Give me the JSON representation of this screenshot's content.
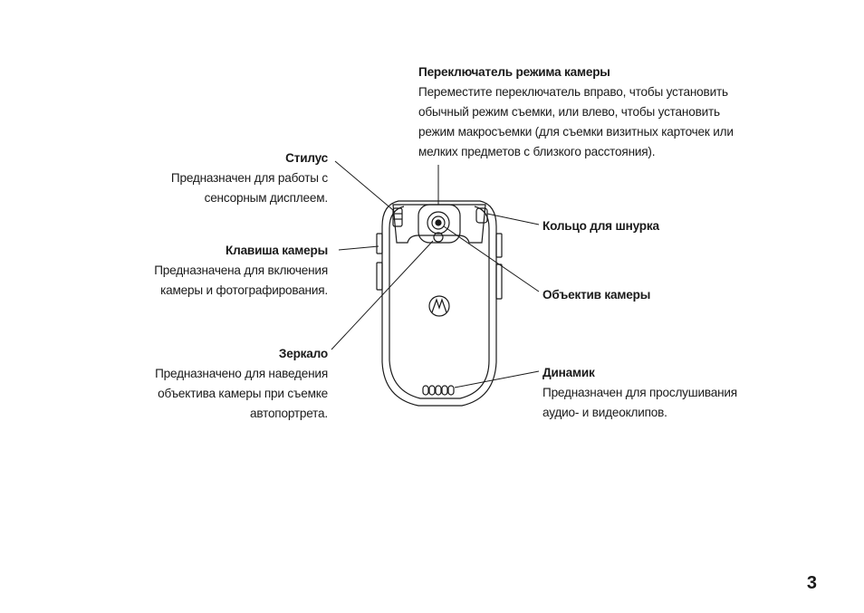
{
  "callouts": {
    "camera_mode_switch": {
      "title": "Переключатель режима камеры",
      "desc": "Переместите переключатель вправо, чтобы установить\nобычный режим съемки, или влево, чтобы установить\nрежим макросъемки (для съемки визитных карточек или\nмелких предметов с близкого расстояния)."
    },
    "stylus": {
      "title": "Стилус",
      "desc": "Предназначен для работы с\nсенсорным дисплеем."
    },
    "camera_key": {
      "title": "Клавиша камеры",
      "desc": "Предназначена для включения\nкамеры и фотографирования."
    },
    "mirror": {
      "title": "Зеркало",
      "desc": "Предназначено для наведения\nобъектива камеры при съемке\nавтопортрета."
    },
    "lanyard_ring": {
      "title": "Кольцо для шнурка"
    },
    "camera_lens": {
      "title": "Объектив камеры"
    },
    "speaker": {
      "title": "Динамик",
      "desc": "Предназначен для прослушивания\nаудио- и видеоклипов."
    }
  },
  "page_number": "3",
  "colors": {
    "ink": "#1a1a1a",
    "background": "#ffffff"
  }
}
